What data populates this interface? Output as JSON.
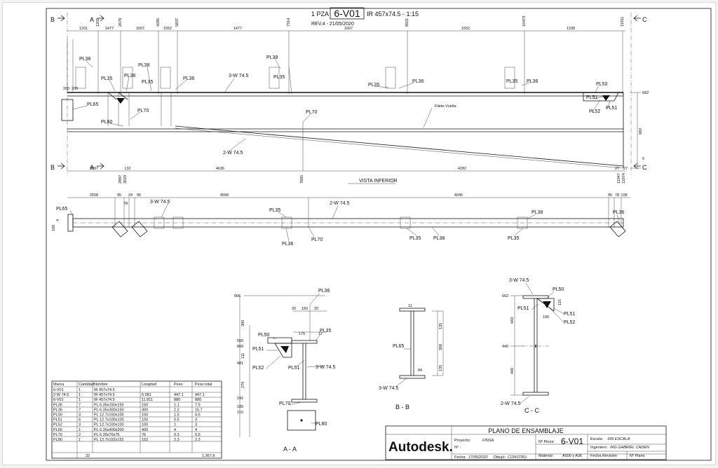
{
  "header": {
    "qty": "1 PZA",
    "piece": "6-V01",
    "profile": "IR 457x74.5 - 1:15",
    "revision": "REV.4 - 21/05/2020"
  },
  "section_markers": {
    "a": "A",
    "b": "B",
    "c": "C"
  },
  "elevation": {
    "top_dims": [
      "1201",
      "1477",
      "1607",
      "1552",
      "1477",
      "1607",
      "1552",
      "1338"
    ],
    "top_vdims": [
      "1201",
      "2678",
      "4285",
      "5837",
      "7314",
      "8921",
      "10473",
      "11811"
    ],
    "left_dims": [
      "200",
      "200"
    ],
    "right_dims": [
      "682",
      "682",
      "0"
    ],
    "bottom_dims": [
      "2897",
      "132",
      "4636",
      "4282",
      "27",
      "27"
    ],
    "bottom_vdims": [
      "2897",
      "3029",
      "7665",
      "11947",
      "11974"
    ],
    "labels": {
      "pl38a": "PL38",
      "pl35a": "PL35",
      "pl36a": "PL36",
      "pl38b": "PL38",
      "pl35b": "PL35",
      "pl36b": "PL36",
      "pl65": "PL65",
      "pl70a": "PL70",
      "pl80": "PL80",
      "pl38c": "PL38",
      "pl35c": "PL35",
      "pl70b": "PL70",
      "pl35d": "PL35",
      "pl36c": "PL36",
      "pl35e": "PL35",
      "pl36d": "PL36",
      "pl50": "PL50",
      "pl51a": "PL51",
      "pl51b": "PL51",
      "pl52": "PL52",
      "beam_top": "3-W 74.5",
      "beam_bottom": "2-W 74.5",
      "weld": "Filete-Vuelta"
    }
  },
  "plan": {
    "title": "VISTA INFERIOR",
    "dims": [
      "2558",
      "95",
      "78",
      "24",
      "95",
      "4558",
      "4045",
      "95",
      "78",
      "108"
    ],
    "left_dims": [
      "100",
      "4"
    ],
    "labels": {
      "pl65": "PL65",
      "beam_top": "3-W 74.5",
      "beam_mid": "2-W 74.5",
      "pl35a": "PL35",
      "pl36a": "PL36",
      "pl70": "PL70",
      "pl35b": "PL35",
      "pl38a": "PL38",
      "pl35c": "PL35",
      "pl38b": "PL38",
      "pl36b": "PL36"
    }
  },
  "section_aa": {
    "title": "A - A",
    "dims": [
      "20",
      "150",
      "20",
      "175",
      "17",
      "300",
      "111",
      "481",
      "279",
      "242",
      "185",
      "110",
      "906",
      "500",
      "806"
    ],
    "labels": {
      "pl36": "PL36",
      "pl35": "PL35",
      "pl50": "PL50",
      "pl51a": "PL51",
      "pl52": "PL52",
      "pl51b": "PL51",
      "beam": "3-W 74.5",
      "pl70": "PL70",
      "pl80": "PL80"
    }
  },
  "section_bb": {
    "title": "B - B",
    "dims": [
      "11",
      "135",
      "300",
      "135",
      "84"
    ],
    "labels": {
      "pl65": "PL65",
      "beam": "3-W 74.5"
    }
  },
  "section_cc": {
    "title": "C - C",
    "dims": [
      "662",
      "443",
      "440",
      "440",
      "115",
      "106"
    ],
    "labels": {
      "beam_top": "3-W 74.5",
      "pl50": "PL50",
      "pl51a": "PL51",
      "pl51b": "PL51",
      "pl52": "PL52",
      "beam_bottom": "2-W 74.5"
    }
  },
  "bom": {
    "headers": [
      "Marca",
      "Cantidad",
      "Nombre",
      "Longitud",
      "Peso",
      "Peso total"
    ],
    "rows": [
      [
        "6-V01",
        "1",
        "IR 457x74.5",
        "",
        "",
        ""
      ],
      [
        "2-W 74.5",
        "1",
        "IR 457x74.5",
        "6.081",
        "447.1",
        "447.1"
      ],
      [
        "6-V01",
        "1",
        "IR 457x74.5",
        "11.811",
        "880",
        "880"
      ],
      [
        "PL35",
        "7",
        "PL 6.35x150x150",
        "150",
        "1.1",
        "7.9"
      ],
      [
        "PL36",
        "7",
        "PL 6.35x300x150",
        "300",
        "2.2",
        "15.7"
      ],
      [
        "PL50",
        "3",
        "PL 12.7x150x100",
        "150",
        "1.5",
        "4.5"
      ],
      [
        "PL51",
        "6",
        "PL 12.7x100x100",
        "100",
        "0.5",
        "3"
      ],
      [
        "PL52",
        "3",
        "PL 12.7x100x100",
        "100",
        "1",
        "3"
      ],
      [
        "PL65",
        "1",
        "PL 6.35x400x200",
        "400",
        "4",
        "4"
      ],
      [
        "PL70",
        "2",
        "PL 6.35x76x76",
        "76",
        "0.3",
        "0.6"
      ],
      [
        "PL80",
        "1",
        "PL 12.7x152x152",
        "152",
        "2.3",
        "2.3"
      ]
    ],
    "total_qty": "32",
    "total_weight": "1,367.9"
  },
  "title_block": {
    "logo": "Autodesk.",
    "heading": "PLANO DE ENSAMBLAJE",
    "proyecto_label": "Proyecto:",
    "proyecto_value": "FINSA",
    "no_label": "N° :",
    "pieza_label": "Nº Pieza:",
    "pieza_value": "6-V01",
    "escala_label": "Escala:",
    "escala_value": "SIN ESCALA",
    "ingeniero_label": "Ingeniero:",
    "ingeniero_value": "ING GABRIEL CADEN",
    "fecha_label": "Fecha:",
    "fecha_value": "17/05/2020",
    "dibujo_label": "Dibujó:",
    "dibujo_value": "CONSTRU",
    "material_label": "Material:",
    "material_value": "A500 y A36",
    "revision_label": "Fecha Revisión",
    "plano_label": "Nº Plano"
  }
}
